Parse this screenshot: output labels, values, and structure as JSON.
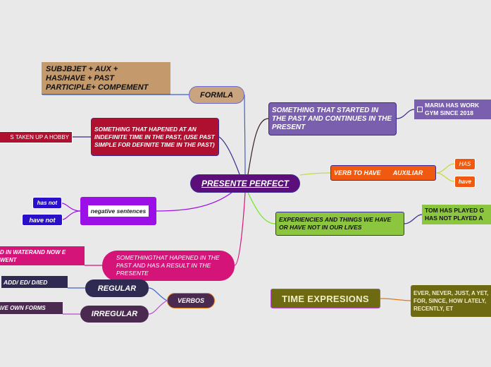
{
  "central": "PRESENTE PERFECT",
  "formla": {
    "label": "FORMLA",
    "formula_lines": [
      "SUBJBJET + AUX +",
      "HAS/HAVE + PAST",
      "PARTICIPLE+ COMPEMENT"
    ]
  },
  "indefinite": {
    "text": "SOMETHING THAT HAPENED AT AN INDEFINITE TIME IN THE PAST, (USE PAST SIMPLE FOR DEFINITE TIME IN THE PAST)",
    "example": "S TAKEN  UP A HOBBY"
  },
  "negative": {
    "label": "negative sentences",
    "has_not": "has not",
    "have_not": "have  not"
  },
  "result": {
    "text": "SOMETHINGTHAT HAPENED IN THE PAST AND HAS A RESULT IN THE PRESENTE",
    "example": "D IN WATERAND NOW E WENT"
  },
  "verbos": {
    "label": "VERBOS",
    "regular": "REGULAR",
    "regular_rule": "ADD/ ED/ D/IED",
    "irregular": "IRREGULAR",
    "irregular_rule": "AVE OWN FORMS"
  },
  "started": {
    "text": "SOMETHING  THAT STARTED IN THE PAST AND  CONTINUES IN THE PRESENT",
    "example": "MARIA HAS WORK GYM SINCE 2018"
  },
  "verb_to_have": {
    "label": "VERB TO HAVE",
    "aux": "AUXILIAR",
    "has": "HAS",
    "have": "have"
  },
  "experiences": {
    "text": "EXPERIENCIES AND THINGS  WE HAVE OR HAVE NOT IN OUR LIVES",
    "example": "TOM HAS PLAYED G HAS NOT PLAYED A"
  },
  "time": {
    "label": "TIME EXPRESIONS",
    "list": "EVER, NEVER, JUST, A YET, FOR, SINCE, HOW LATELY, RECENTLY, ET"
  },
  "colors": {
    "center": "#5c0f7a",
    "formla": "#c9a47e",
    "indefinite": "#b01030",
    "negative": "#9b10e6",
    "result": "#d5147a",
    "started": "#7a5fae",
    "verb_to_have": "#f05a10",
    "experiences": "#8cc63f",
    "time": "#6e6a12"
  }
}
